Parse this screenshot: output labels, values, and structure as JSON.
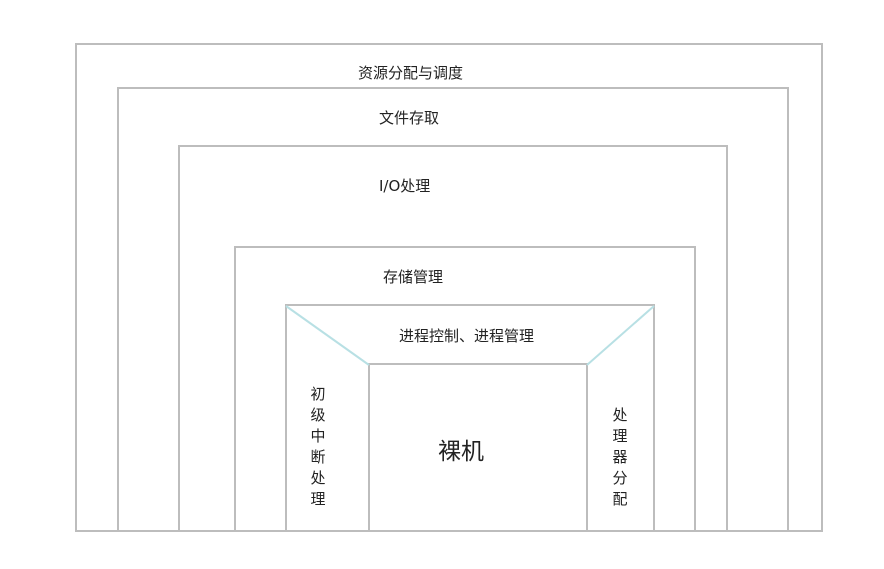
{
  "layers": {
    "l1": "资源分配与调度",
    "l2": "文件存取",
    "l3": "I/O处理",
    "l4": "存储管理",
    "l5": "进程控制、进程管理",
    "left": "初级中断处理",
    "right": "处理器分配",
    "core": "裸机"
  },
  "colors": {
    "border": "#bdbdbd",
    "diagonal": "#b8e0e4"
  }
}
